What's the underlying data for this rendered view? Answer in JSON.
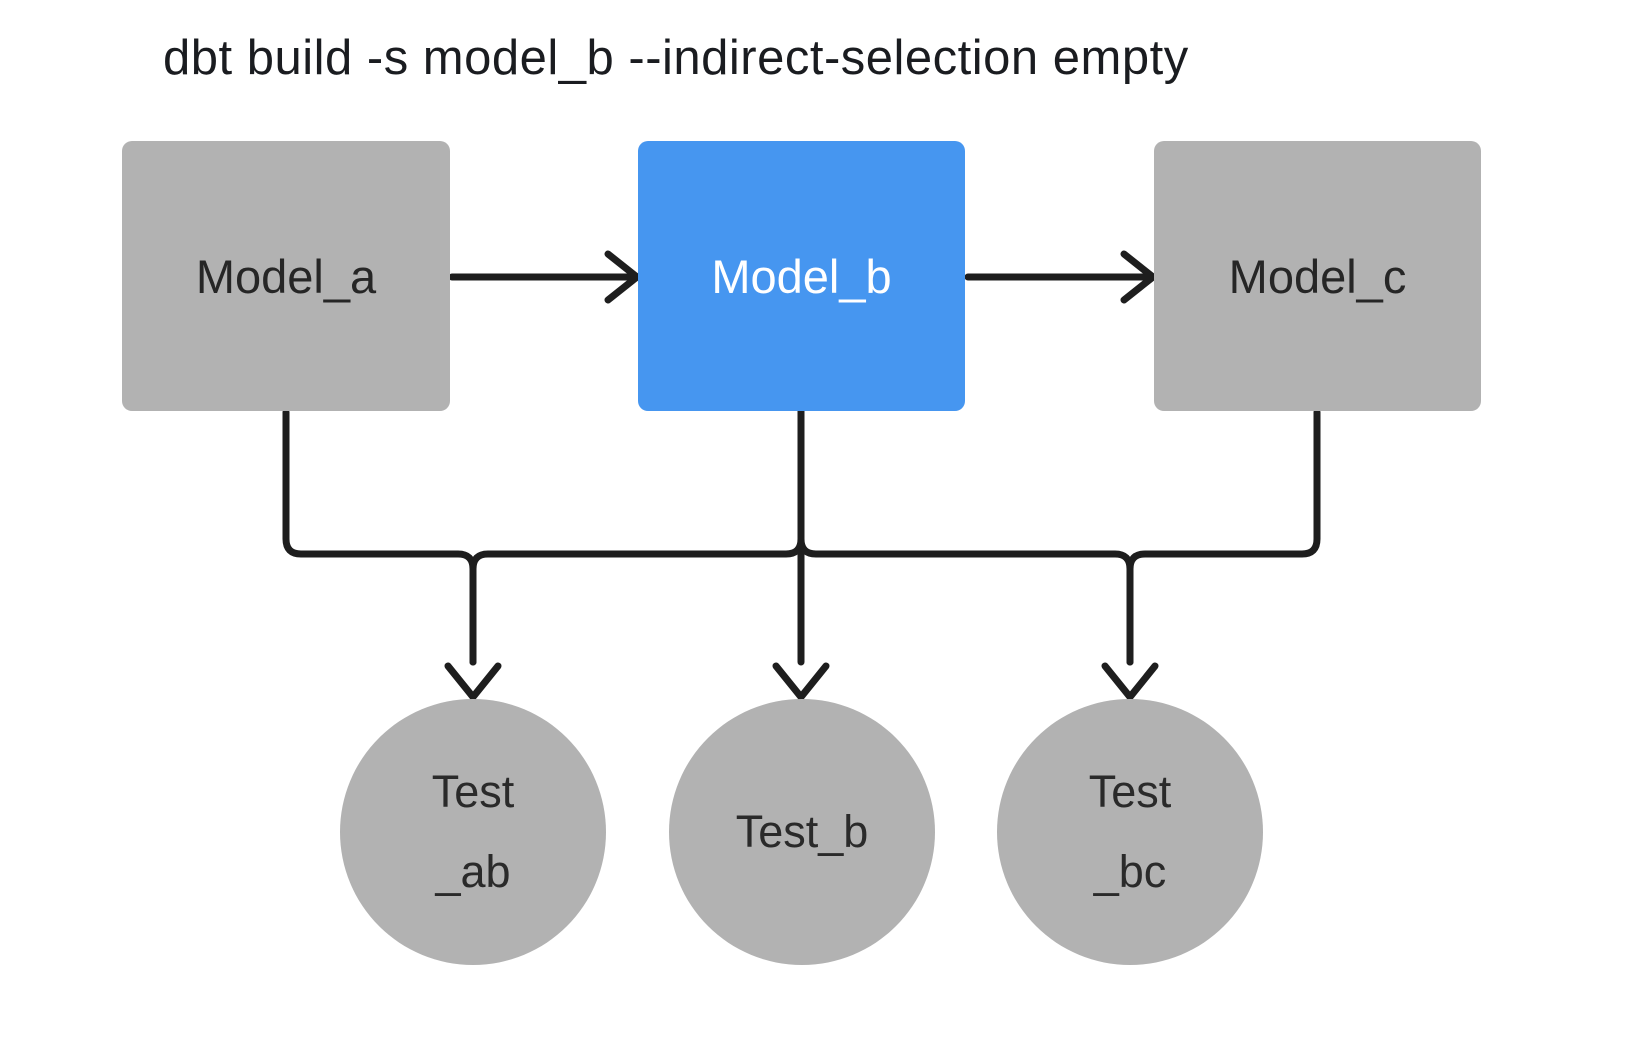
{
  "title": "dbt build -s model_b --indirect-selection empty",
  "colors": {
    "node_gray": "#b2b2b2",
    "selected_blue": "#4696f0",
    "edge_black": "#1e1e1e",
    "node_text_dark": "#262626",
    "node_text_light": "#ffffff",
    "title_text": "#1a1c20",
    "background": "#ffffff"
  },
  "models": [
    {
      "id": "model_a",
      "label": "Model_a",
      "state": "unselected"
    },
    {
      "id": "model_b",
      "label": "Model_b",
      "state": "selected"
    },
    {
      "id": "model_c",
      "label": "Model_c",
      "state": "unselected"
    }
  ],
  "tests": [
    {
      "id": "test_ab",
      "label_line1": "Test",
      "label_line2": "_ab"
    },
    {
      "id": "test_b",
      "label_line1": "Test_b",
      "label_line2": ""
    },
    {
      "id": "test_bc",
      "label_line1": "Test",
      "label_line2": "_bc"
    }
  ],
  "edges": [
    {
      "from": "model_a",
      "to": "model_b"
    },
    {
      "from": "model_b",
      "to": "model_c"
    },
    {
      "from": "model_a",
      "to": "test_ab"
    },
    {
      "from": "model_b",
      "to": "test_ab"
    },
    {
      "from": "model_b",
      "to": "test_b"
    },
    {
      "from": "model_b",
      "to": "test_bc"
    },
    {
      "from": "model_c",
      "to": "test_bc"
    }
  ]
}
